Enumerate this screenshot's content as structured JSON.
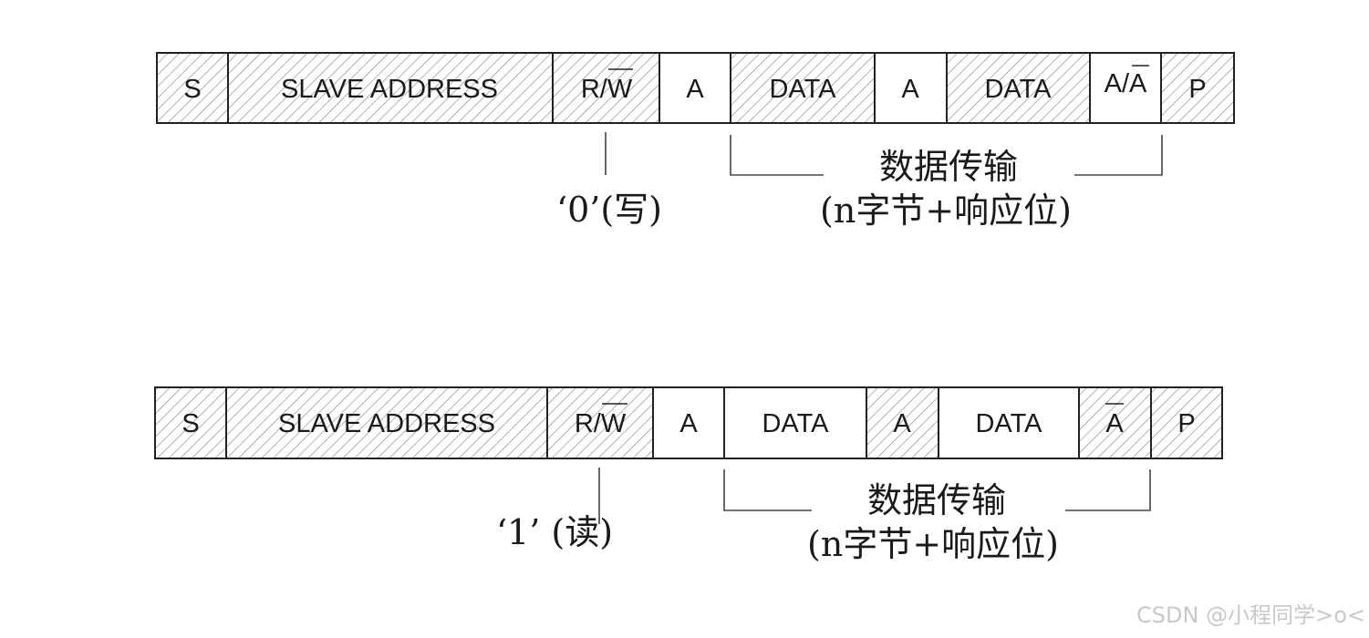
{
  "frames": [
    {
      "fields": [
        {
          "label": "S",
          "hatched": true
        },
        {
          "label": "SLAVE ADDRESS",
          "hatched": true
        },
        {
          "label": "R/W",
          "overline": "W",
          "hatched": true
        },
        {
          "label": "A",
          "hatched": false
        },
        {
          "label": "DATA",
          "hatched": true
        },
        {
          "label": "A",
          "hatched": false
        },
        {
          "label": "DATA",
          "hatched": true
        },
        {
          "label": "A/A",
          "overline": "A2",
          "hatched": false
        },
        {
          "label": "P",
          "hatched": true
        }
      ],
      "rw_caption": "‘0’(写)",
      "transfer_caption_line1": "数据传输",
      "transfer_caption_line2": "(n字节+响应位)"
    },
    {
      "fields": [
        {
          "label": "S",
          "hatched": true
        },
        {
          "label": "SLAVE ADDRESS",
          "hatched": true
        },
        {
          "label": "R/W",
          "overline": "W",
          "hatched": true
        },
        {
          "label": "A",
          "hatched": false
        },
        {
          "label": "DATA",
          "hatched": false
        },
        {
          "label": "A",
          "hatched": true
        },
        {
          "label": "DATA",
          "hatched": false
        },
        {
          "label": "A",
          "overline": "A",
          "hatched": true
        },
        {
          "label": "P",
          "hatched": true
        }
      ],
      "rw_caption": "‘1’ (读)",
      "transfer_caption_line1": "数据传输",
      "transfer_caption_line2": "(n字节+响应位)"
    }
  ],
  "watermark": "CSDN @小程同学>o<"
}
